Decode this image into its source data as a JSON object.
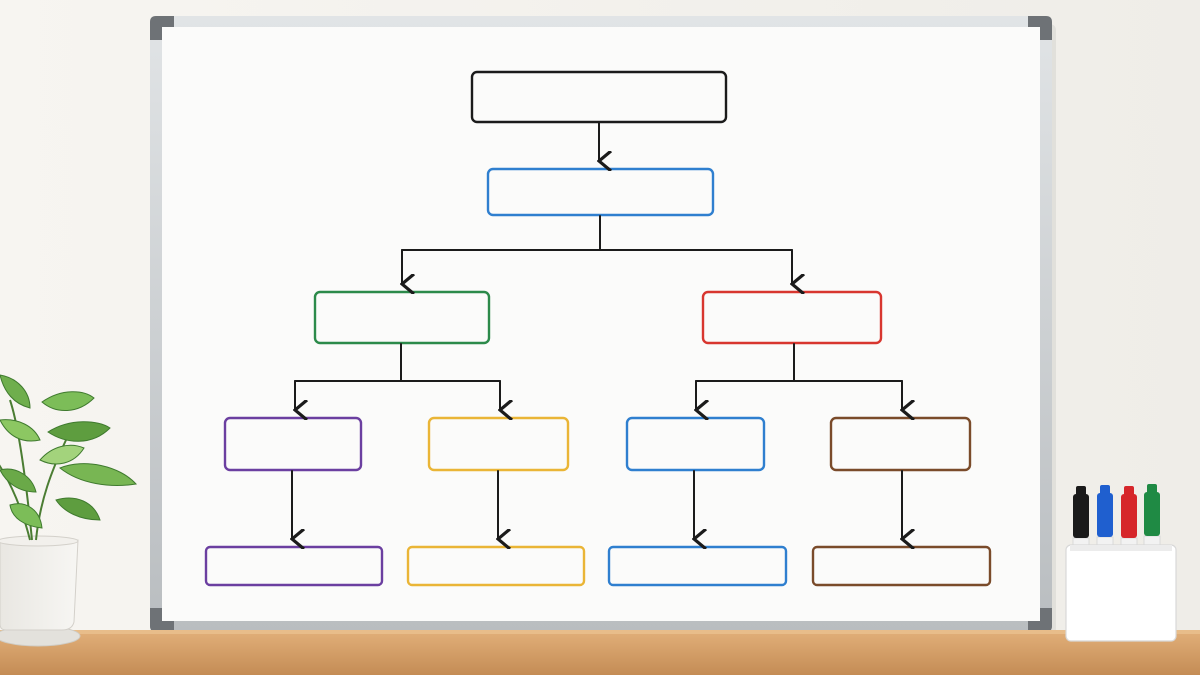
{
  "scene": {
    "wall_color": "#f4f2ee",
    "shelf_color": "#d9a46a",
    "board_frame_color": "#c9cdd0",
    "board_surface_color": "#fbfbfa",
    "corner_color": "#6e7276",
    "ink_color": "#1b1b1b"
  },
  "flowchart": {
    "boxes": [
      {
        "id": "top",
        "color": "#1b1b1b",
        "label": ""
      },
      {
        "id": "second",
        "color": "#2f7fcf",
        "label": ""
      },
      {
        "id": "left-mid",
        "color": "#2c8a4a",
        "label": ""
      },
      {
        "id": "right-mid",
        "color": "#d8362f",
        "label": ""
      },
      {
        "id": "level3-1",
        "color": "#6b3fa0",
        "label": ""
      },
      {
        "id": "level3-2",
        "color": "#eab536",
        "label": ""
      },
      {
        "id": "level3-3",
        "color": "#2f7fcf",
        "label": ""
      },
      {
        "id": "level3-4",
        "color": "#7a4b2a",
        "label": ""
      },
      {
        "id": "level4-1",
        "color": "#6b3fa0",
        "label": ""
      },
      {
        "id": "level4-2",
        "color": "#eab536",
        "label": ""
      },
      {
        "id": "level4-3",
        "color": "#2f7fcf",
        "label": ""
      },
      {
        "id": "level4-4",
        "color": "#7a4b2a",
        "label": ""
      }
    ]
  },
  "markers": [
    {
      "name": "black",
      "color": "#1a1a1a"
    },
    {
      "name": "blue",
      "color": "#1f5fcf"
    },
    {
      "name": "red",
      "color": "#d6262a"
    },
    {
      "name": "green",
      "color": "#1f8a44"
    }
  ]
}
